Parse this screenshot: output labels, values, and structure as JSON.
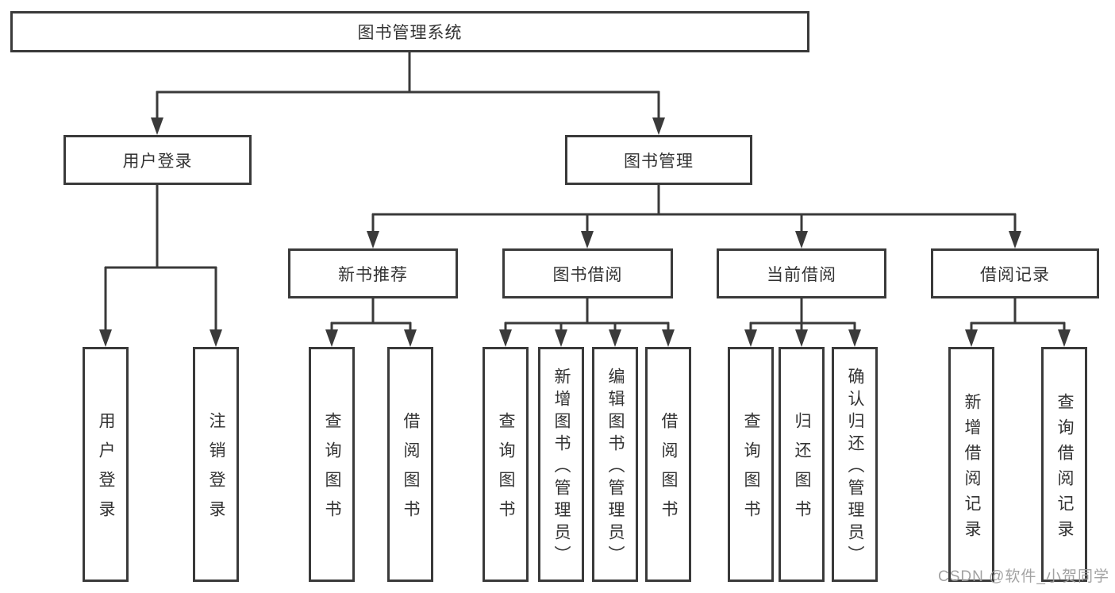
{
  "diagram_type": "hierarchy-tree",
  "tree": {
    "label": "图书管理系统",
    "children": [
      {
        "label": "用户登录",
        "children": [
          {
            "label": "用户登录"
          },
          {
            "label": "注销登录"
          }
        ]
      },
      {
        "label": "图书管理",
        "children": [
          {
            "label": "新书推荐",
            "children": [
              {
                "label": "查询图书"
              },
              {
                "label": "借阅图书"
              }
            ]
          },
          {
            "label": "图书借阅",
            "children": [
              {
                "label": "查询图书"
              },
              {
                "label": "新增图书（管理员）"
              },
              {
                "label": "编辑图书（管理员）"
              },
              {
                "label": "借阅图书"
              }
            ]
          },
          {
            "label": "当前借阅",
            "children": [
              {
                "label": "查询图书"
              },
              {
                "label": "归还图书"
              },
              {
                "label": "确认归还（管理员）"
              }
            ]
          },
          {
            "label": "借阅记录",
            "children": [
              {
                "label": "新增借阅记录"
              },
              {
                "label": "查询借阅记录"
              }
            ]
          }
        ]
      }
    ]
  },
  "watermark": {
    "text": "CSDN @软件_小贺同学"
  },
  "colors": {
    "line": "#3a3a3a",
    "text": "#333333",
    "watermark": "#9e9e9e",
    "background": "#ffffff"
  }
}
